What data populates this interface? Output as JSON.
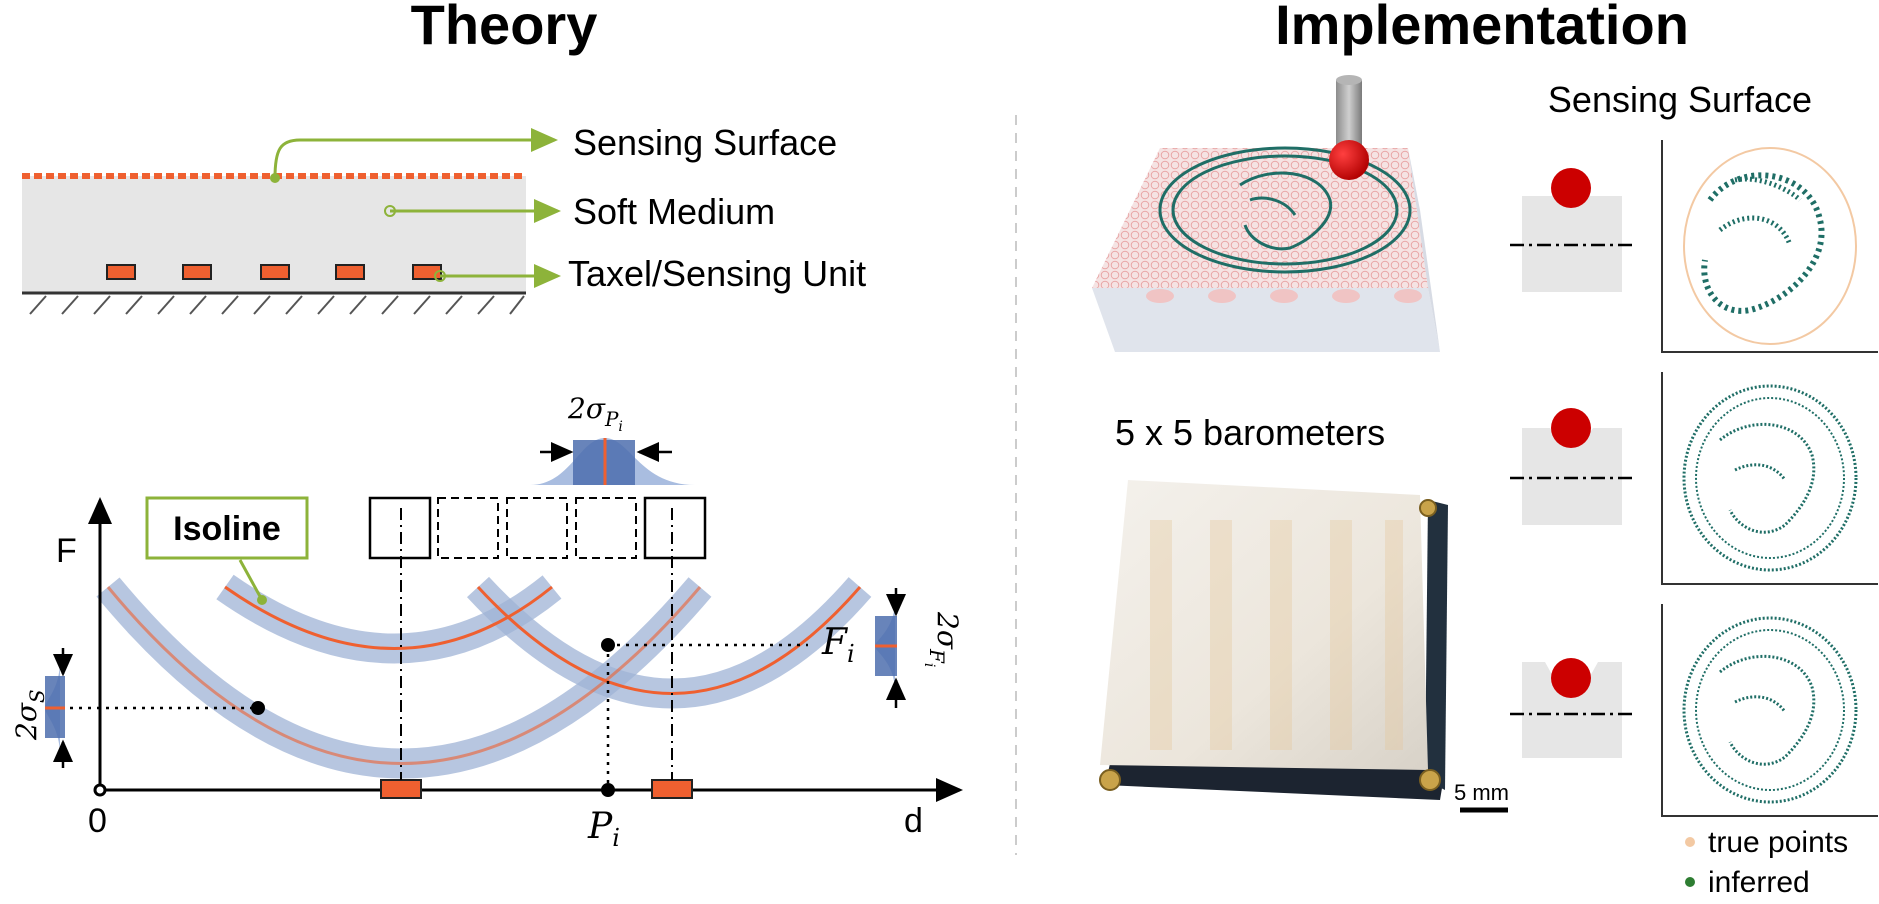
{
  "theory": {
    "title": "Theory",
    "labels": {
      "sensing_surface": "Sensing Surface",
      "soft_medium": "Soft Medium",
      "taxel": "Taxel/Sensing Unit",
      "isoline": "Isoline",
      "axis_f": "F",
      "axis_d": "d",
      "origin": "0",
      "p_i": "P",
      "p_i_sub": "i",
      "f_i": "F",
      "f_i_sub": "i",
      "sigma_p": "2σ",
      "sigma_p_sub": "P",
      "sigma_p_subsub": "i",
      "sigma_s": "2σ",
      "sigma_s_sub": "S",
      "sigma_f": "2σ",
      "sigma_f_sub": "F",
      "sigma_f_subsub": "i"
    }
  },
  "implementation": {
    "title": "Implementation",
    "sensing_surface_label": "Sensing Surface",
    "barometers_label": "5 x 5 barometers",
    "scale_label": "5 mm",
    "legend": [
      {
        "label": "true points",
        "color": "#f3c9a3"
      },
      {
        "label": "inferred",
        "color": "#2e7d32"
      }
    ]
  },
  "colors": {
    "accent_green": "#8db33a",
    "taxel_orange": "#ef6030",
    "band_blue": "#9fb3d6",
    "red_ball": "#cc0000",
    "coin_teal": "#1f6e66"
  }
}
